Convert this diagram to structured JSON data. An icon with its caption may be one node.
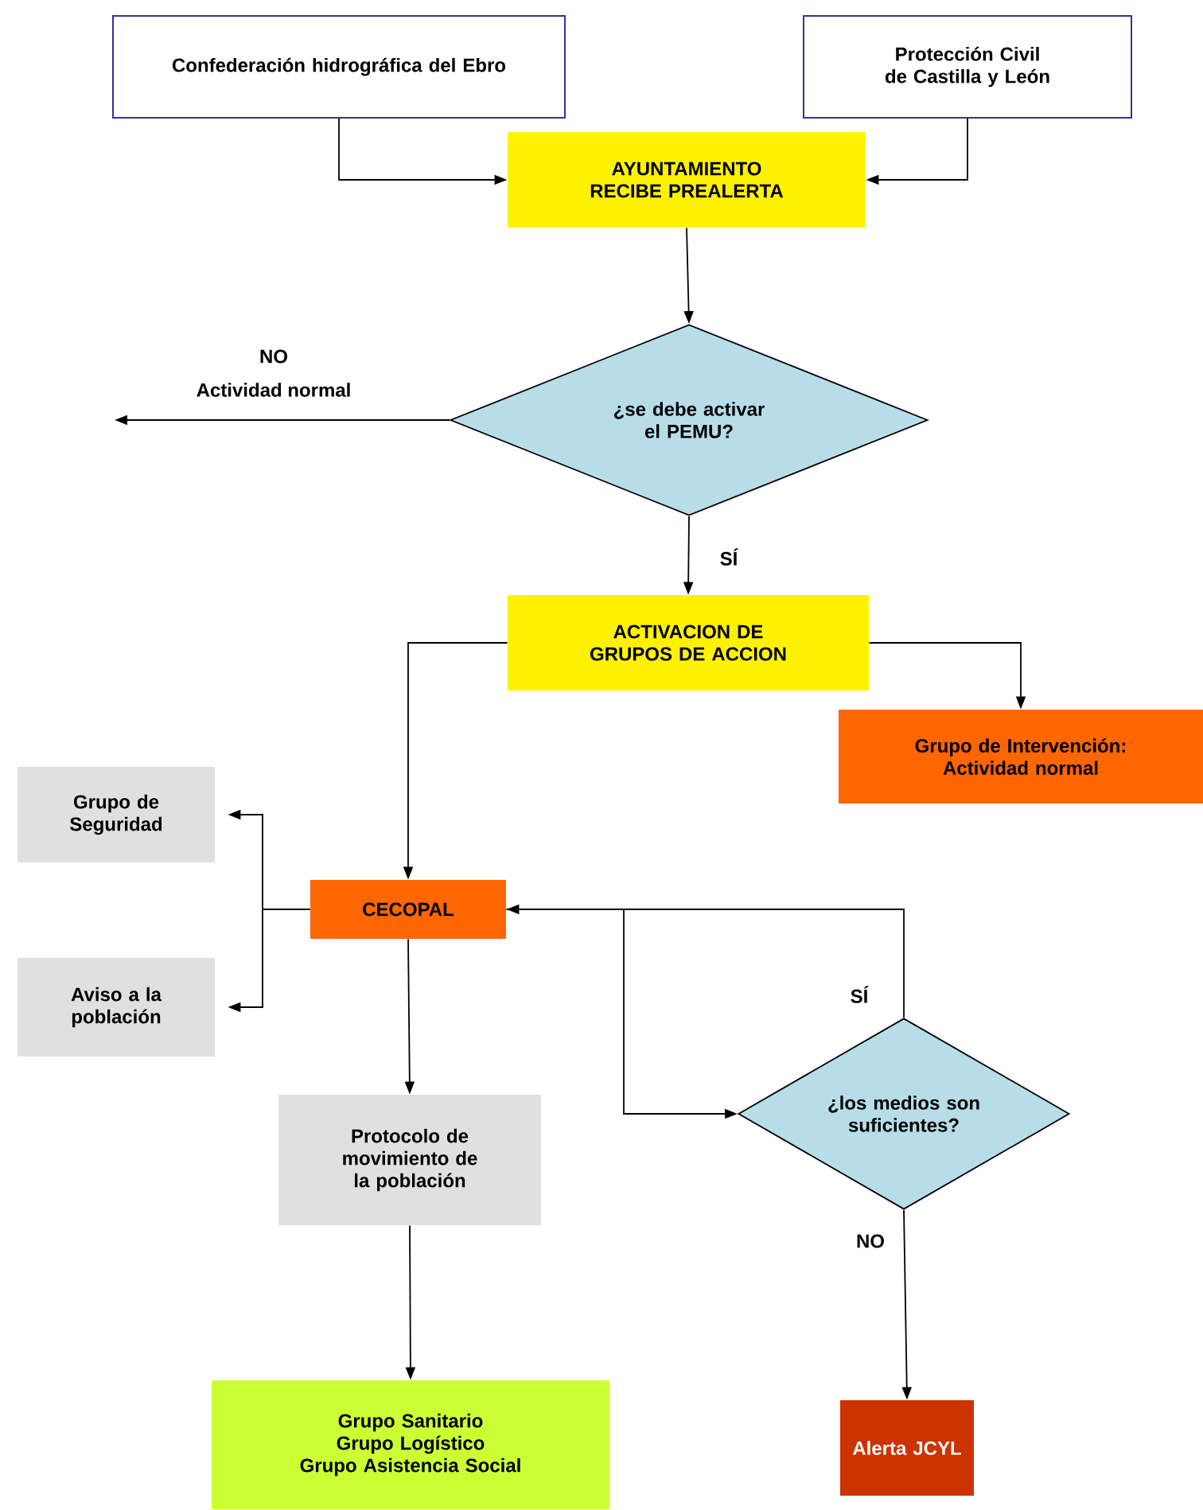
{
  "diagram": {
    "nodes": [
      {
        "text": [
          "Confederación hidrográfica del Ebro"
        ]
      },
      {
        "text": [
          "Protección Civil de Castilla y León"
        ]
      },
      {
        "text": [
          "AYUNTAMIENTO RECIBE PREALERTA"
        ]
      },
      {
        "text": [
          "¿se debe activar el PEMU?"
        ]
      },
      {
        "text": [
          "ACTIVACION DE GRUPOS DE ACCION"
        ]
      },
      {
        "text": [
          "Grupo de Intervención: Actividad normal"
        ]
      },
      {
        "text": [
          "Grupo de Seguridad"
        ]
      },
      {
        "text": [
          "CECOPAL"
        ]
      },
      {
        "text": [
          "Aviso a la población"
        ]
      },
      {
        "text": [
          "Protocolo de movimiento de la población"
        ]
      },
      {
        "text": [
          "¿los medios son suficientes?"
        ]
      },
      {
        "text": [
          "Grupo Sanitario",
          "Grupo Logístico",
          "Grupo Asistencia Social"
        ]
      },
      {
        "text": [
          "Alerta JCYL"
        ]
      }
    ],
    "edges": [
      {
        "from": 0,
        "to": 2,
        "arrow": "to"
      },
      {
        "from": 1,
        "to": 2,
        "arrow": "to"
      },
      {
        "from": 2,
        "to": 3,
        "arrow": "to"
      },
      {
        "from": 3,
        "to": null,
        "arrow": "to",
        "label": "NO"
      },
      {
        "from": 3,
        "to": 4,
        "arrow": "to",
        "label": "SÍ"
      },
      {
        "from": 4,
        "to": 7,
        "arrow": "to"
      },
      {
        "from": 4,
        "to": 5,
        "arrow": "to"
      },
      {
        "from": 7,
        "to": 6,
        "arrow": "to"
      },
      {
        "from": 7,
        "to": 8,
        "arrow": "to"
      },
      {
        "from": 7,
        "to": 9,
        "arrow": "to"
      },
      {
        "from": 7,
        "to": 10,
        "arrow": "to"
      },
      {
        "from": 10,
        "to": 7,
        "arrow": "to",
        "label": "SÍ"
      },
      {
        "from": 10,
        "to": 12,
        "arrow": "to",
        "label": "NO"
      },
      {
        "from": 9,
        "to": 11,
        "arrow": "to"
      }
    ],
    "labels": [
      "Actividad normal"
    ]
  }
}
